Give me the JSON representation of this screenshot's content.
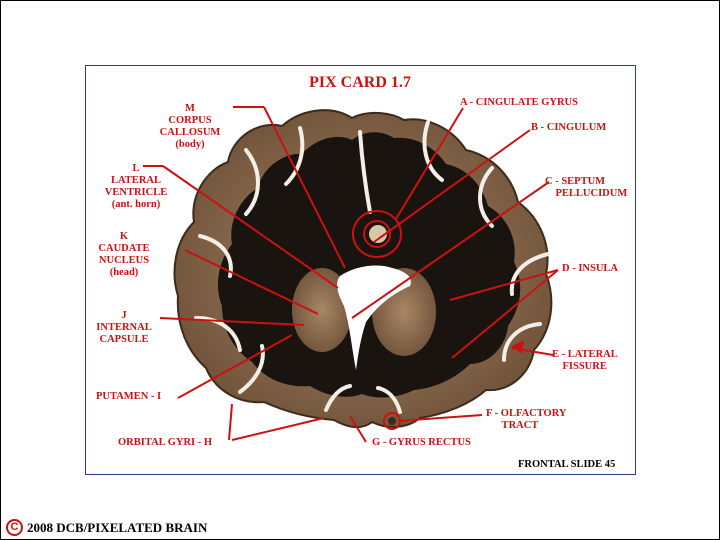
{
  "title": "PIX CARD 1.7",
  "slide_label": "FRONTAL SLIDE 45",
  "copyright": {
    "symbol": "C",
    "text": "2008  DCB/PIXELATED BRAIN"
  },
  "labels": {
    "m": "M\nCORPUS\nCALLOSUM\n(body)",
    "l": "L\nLATERAL\nVENTRICLE\n(ant. horn)",
    "k": "K\nCAUDATE\nNUCLEUS\n(head)",
    "j": "J\nINTERNAL\nCAPSULE",
    "i": "PUTAMEN - I",
    "h": "ORBITAL GYRI - H",
    "a": "A - CINGULATE GYRUS",
    "b": "B - CINGULUM",
    "c": "C - SEPTUM\n    PELLUCIDUM",
    "d": "D - INSULA",
    "e": "E - LATERAL\n    FISSURE",
    "f": "F - OLFACTORY\n      TRACT",
    "g": "G - GYRUS RECTUS"
  },
  "colors": {
    "label_red": "#cc1111",
    "card_border": "#2a3c8a",
    "white_matter": "#1a1410",
    "gray_matter": "#8a6a4c"
  }
}
